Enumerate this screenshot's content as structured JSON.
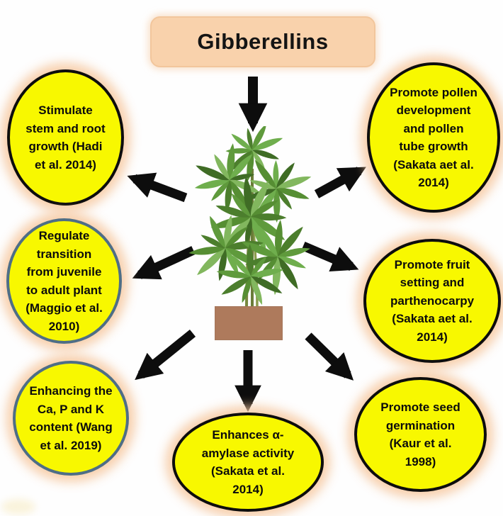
{
  "title": {
    "label": "Gibberellins"
  },
  "nodes": [
    {
      "id": "stimulate-stem-root-growth",
      "border": "black",
      "label": "Stimulate\nstem and root\ngrowth (Hadi\net al. 2014)"
    },
    {
      "id": "promote-pollen-development",
      "border": "black",
      "label": "Promote pollen\ndevelopment\nand pollen\ntube growth\n(Sakata aet al.\n2014)"
    },
    {
      "id": "regulate-juvenile-adult-transition",
      "border": "blue",
      "label": "Regulate\ntransition\nfrom juvenile\nto adult plant\n(Maggio et al.\n2010)"
    },
    {
      "id": "promote-fruit-setting",
      "border": "black",
      "label": "Promote fruit\nsetting and\nparthenocarpy\n(Sakata aet al.\n2014)"
    },
    {
      "id": "enhance-ca-p-k-content",
      "border": "blue",
      "label": "Enhancing the\nCa, P and K\ncontent (Wang\net al. 2019)"
    },
    {
      "id": "enhance-alpha-amylase",
      "border": "black",
      "label": "Enhances α-\namylase activity\n(Sakata et al.\n2014)"
    },
    {
      "id": "promote-seed-germination",
      "border": "black",
      "label": "Promote seed\ngermination\n(Kaur et al.\n1998)"
    }
  ],
  "edges": [
    {
      "from": "gibberellins-title",
      "to": "plant"
    },
    {
      "from": "plant",
      "to": "stimulate-stem-root-growth"
    },
    {
      "from": "plant",
      "to": "promote-pollen-development"
    },
    {
      "from": "plant",
      "to": "regulate-juvenile-adult-transition"
    },
    {
      "from": "plant",
      "to": "promote-fruit-setting"
    },
    {
      "from": "plant",
      "to": "enhance-ca-p-k-content"
    },
    {
      "from": "plant",
      "to": "enhance-alpha-amylase"
    },
    {
      "from": "plant",
      "to": "promote-seed-germination"
    }
  ],
  "icons": {
    "center_image": "potted-plant-illustration"
  },
  "colors": {
    "background": "#FFFFFF",
    "node_fill": "#F8F800",
    "node_border": "#0D0D0D",
    "node_border_accent": "#4E6E86",
    "node_glow": "#F6C79D",
    "title_fill": "#F9D2AC",
    "arrow": "#0D0D0D",
    "pot": "#AE7A5C"
  }
}
